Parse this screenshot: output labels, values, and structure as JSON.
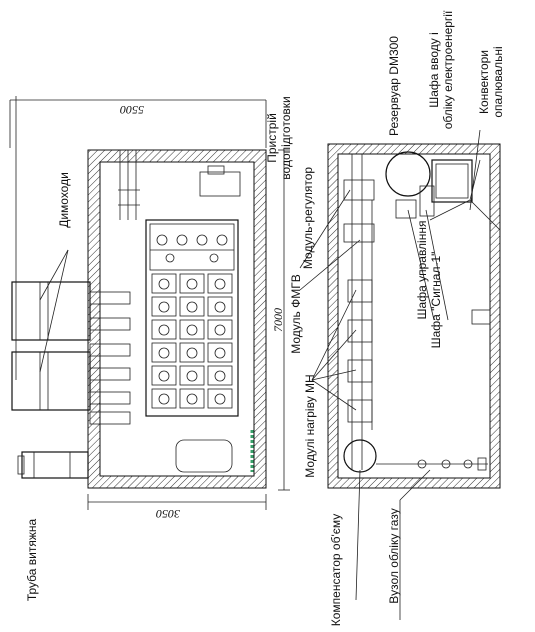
{
  "labels": {
    "water_treatment": [
      "Пристрій",
      "водопідготовки"
    ],
    "chimneys": "Димоходи",
    "regulator_module": "Модуль-регулятор",
    "fmgv_module": "Модуль ФМГВ",
    "heating_modules": "Модулі нагріву МН",
    "exhaust_pipe": "Труба витяжна",
    "volume_compensator": "Компенсатор об'єму",
    "reservoir": "Резервуар DM300",
    "water_power_cabinet": [
      "Шафа вводу і",
      "обліку електроенергії"
    ],
    "heating_convectors": [
      "Конвектори",
      "опалювальні"
    ],
    "control_cabinet": "Шафа управління",
    "signal_cabinet": "Шафа \"Сигнал-1\"",
    "gas_metering": "Вузол обліку газу"
  },
  "dimensions": {
    "top_width": "5500",
    "length": "7000",
    "bottom_width": "3050"
  },
  "colors": {
    "line": "#111111",
    "accent_green": "#3aa06a"
  }
}
